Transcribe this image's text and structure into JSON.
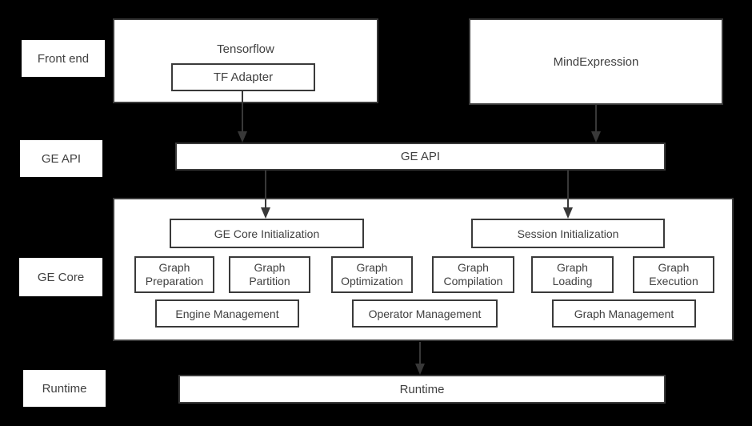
{
  "colors": {
    "background": "#000000",
    "box_fill": "#ffffff",
    "box_border": "#3a3a3a",
    "text": "#404040",
    "arrow": "#383838"
  },
  "side_labels": {
    "front_end": "Front end",
    "ge_api": "GE API",
    "ge_core": "GE Core",
    "runtime": "Runtime"
  },
  "front_end": {
    "tensorflow_title": "Tensorflow",
    "tf_adapter": "TF Adapter",
    "mind_expression": "MindExpression"
  },
  "ge_api_bar": "GE API",
  "ge_core": {
    "ge_core_initialization": "GE Core Initialization",
    "session_initialization": "Session Initialization",
    "modules": [
      {
        "label": "Graph\nPreparation"
      },
      {
        "label": "Graph\nPartition"
      },
      {
        "label": "Graph\nOptimization"
      },
      {
        "label": "Graph\nCompilation"
      },
      {
        "label": "Graph\nLoading"
      },
      {
        "label": "Graph\nExecution"
      }
    ],
    "management": [
      {
        "label": "Engine Management"
      },
      {
        "label": "Operator Management"
      },
      {
        "label": "Graph Management"
      }
    ]
  },
  "runtime_bar": "Runtime",
  "edges": [
    {
      "from": "TF Adapter",
      "to": "GE API"
    },
    {
      "from": "MindExpression",
      "to": "GE API"
    },
    {
      "from": "GE API",
      "to": "GE Core Initialization"
    },
    {
      "from": "GE API",
      "to": "Session Initialization"
    },
    {
      "from": "GE Core",
      "to": "Runtime"
    }
  ]
}
